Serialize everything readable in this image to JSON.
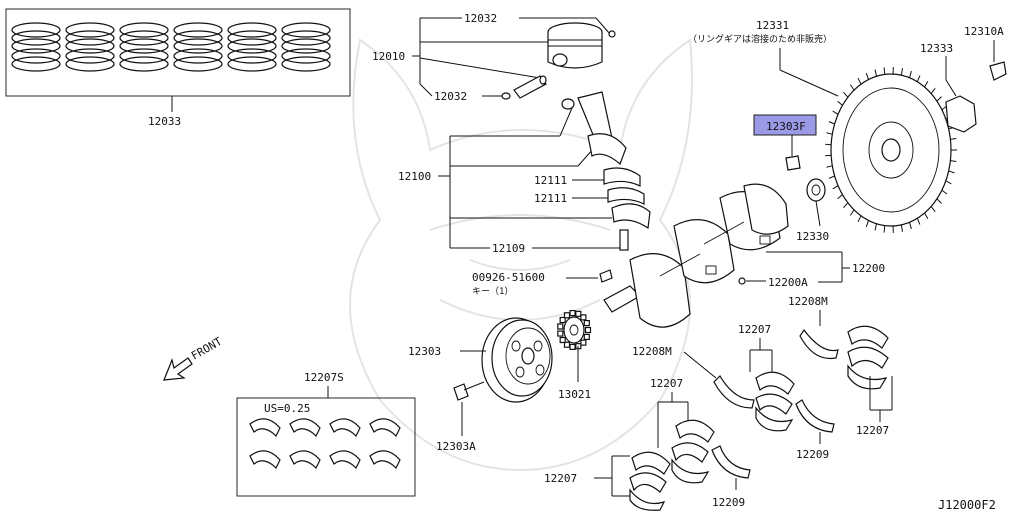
{
  "diagram": {
    "code": "J12000F2",
    "labels": {
      "piston_rings": "12033",
      "piston_pin_clip_top": "12032",
      "piston_assy": "12010",
      "piston_pin_clip_bottom": "12032",
      "flywheel": "12331",
      "flywheel_note": "（リングギアは溶接のため非販売）",
      "flywheel_bolt": "12310A",
      "flywheel_plate": "12333",
      "pilot_bushing": "12303F",
      "conrod_assy": "12100",
      "conrod_bearing_upper": "12111",
      "conrod_bearing_lower": "12111",
      "conrod_nut": "12109",
      "spacer": "12330",
      "crankshaft": "12200",
      "crank_plug": "12200A",
      "key_code": "00926-51600",
      "key_name": "キー（1）",
      "thrust_washer_upper": "12208M",
      "main_bearing_upper": "12207",
      "thrust_washer_lower": "12208M",
      "main_bearing_right": "12207",
      "crank_pulley": "12303",
      "pulley_bolt": "12303A",
      "sprocket": "13021",
      "main_bearing_mid": "12207",
      "thrust_washer_right": "12209",
      "main_bearing_lower": "12207",
      "thrust_washer_bottom": "12209",
      "bearing_set": "12207S",
      "undersize": "US=0.25",
      "front": "FRONT"
    }
  }
}
